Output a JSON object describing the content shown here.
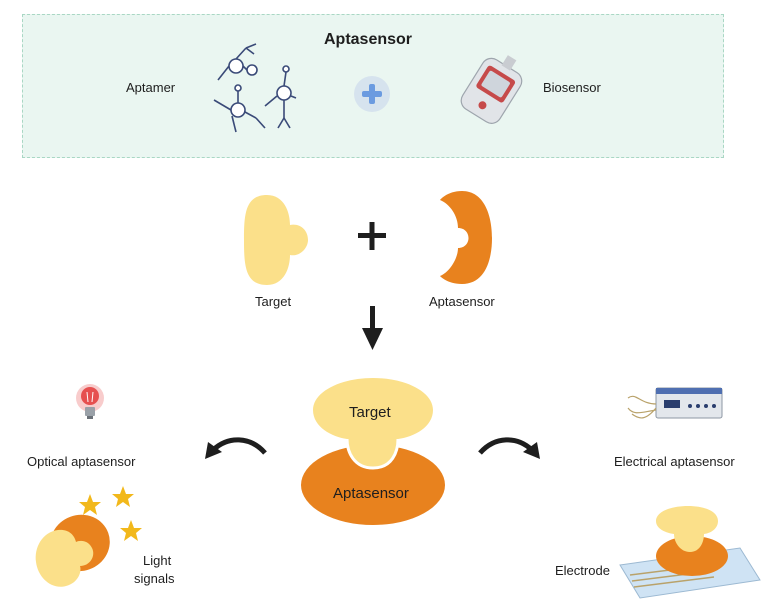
{
  "header": {
    "title": "Aptasensor",
    "left_label": "Aptamer",
    "right_label": "Biosensor"
  },
  "binding": {
    "target_label": "Target",
    "aptasensor_label": "Aptasensor"
  },
  "complex": {
    "target_text": "Target",
    "aptasensor_text": "Aptasensor"
  },
  "optical": {
    "label": "Optical aptasensor",
    "signals_line1": "Light",
    "signals_line2": "signals"
  },
  "electrical": {
    "label": "Electrical aptasensor",
    "electrode_label": "Electrode"
  },
  "colors": {
    "target_yellow": "#fbe08a",
    "aptasensor_orange": "#e8821e",
    "box_fill": "#eaf6f1",
    "star_gold": "#f2b81b"
  }
}
